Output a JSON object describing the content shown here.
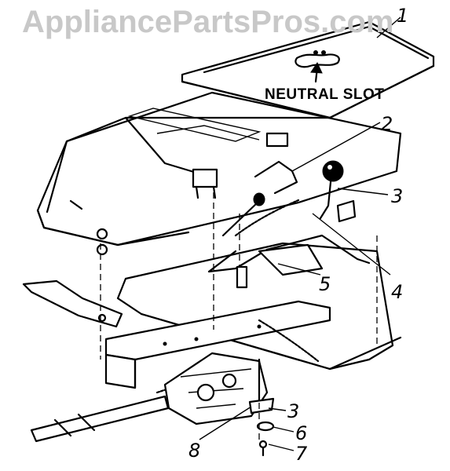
{
  "watermark": "AppliancePartsPros.com",
  "annotation": "NEUTRAL SLOT",
  "callouts": [
    "1",
    "2",
    "3",
    "4",
    "5",
    "3",
    "6",
    "7",
    "8"
  ]
}
